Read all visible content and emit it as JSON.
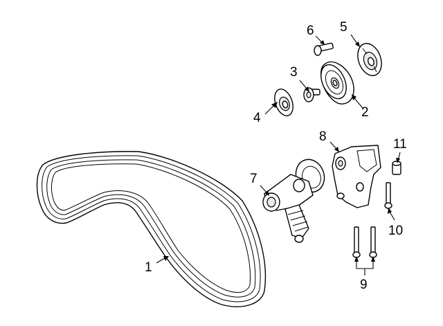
{
  "callouts": {
    "part_1": "1",
    "part_2": "2",
    "part_3": "3",
    "part_4": "4",
    "part_5": "5",
    "part_6": "6",
    "part_7": "7",
    "part_8": "8",
    "part_9": "9",
    "part_10": "10",
    "part_11": "11"
  },
  "colors": {
    "line": "#000000",
    "background": "#ffffff",
    "shading": "#e9e9e9"
  }
}
